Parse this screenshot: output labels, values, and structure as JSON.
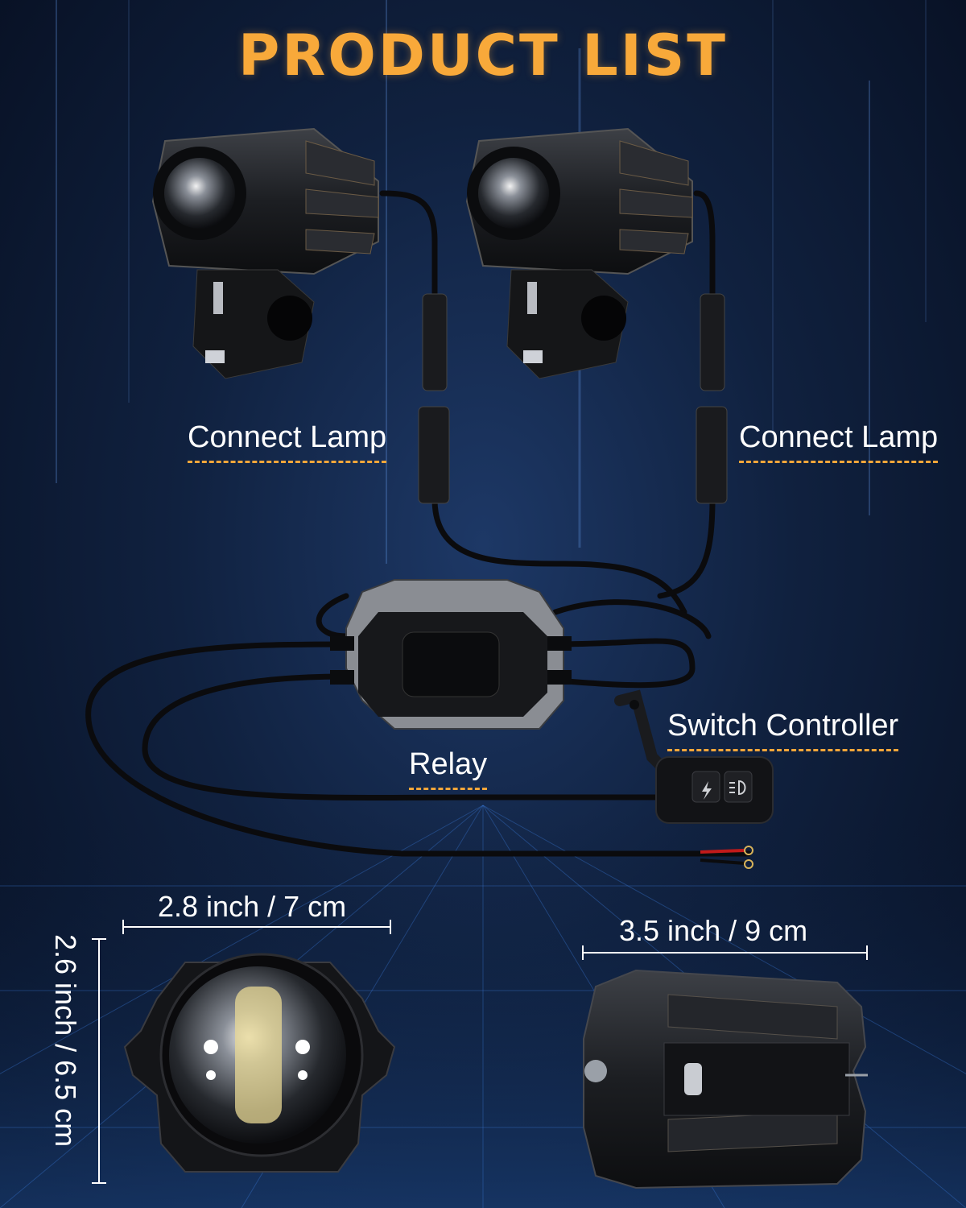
{
  "title": "PRODUCT LIST",
  "labels": {
    "connect_lamp_left": "Connect Lamp",
    "connect_lamp_right": "Connect Lamp",
    "relay": "Relay",
    "switch_controller": "Switch Controller"
  },
  "dimensions": {
    "width": "2.8 inch / 7 cm",
    "height": "2.6 inch / 6.5 cm",
    "depth": "3.5 inch / 9 cm"
  },
  "colors": {
    "accent": "#f8a93a",
    "background": "#10213f"
  },
  "icons": [
    "fog-lamp",
    "relay-box",
    "switch-controller",
    "lightning-icon",
    "headlight-icon"
  ]
}
